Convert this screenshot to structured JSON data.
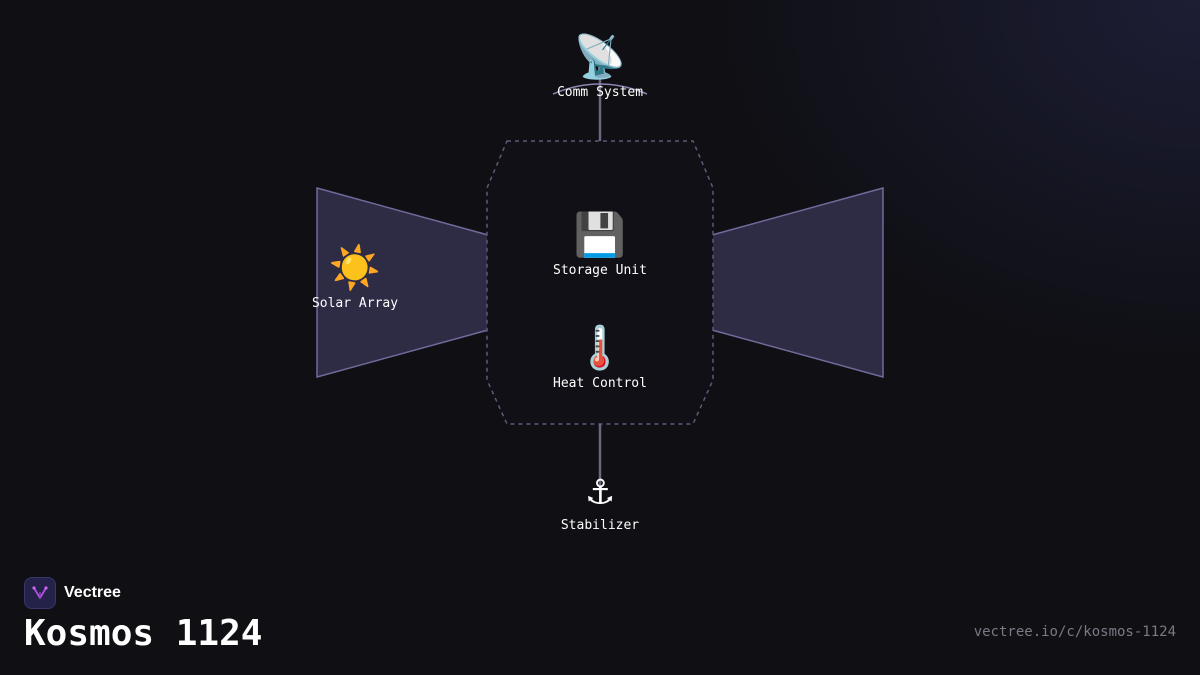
{
  "diagram": {
    "nodes": {
      "comm": {
        "label": "Comm System",
        "icon": "satellite-dish-icon",
        "emoji": "📡"
      },
      "storage": {
        "label": "Storage Unit",
        "icon": "floppy-disk-icon",
        "emoji": "💾"
      },
      "heat": {
        "label": "Heat Control",
        "icon": "thermometer-icon",
        "emoji": "🌡️"
      },
      "solar": {
        "label": "Solar Array",
        "icon": "sun-icon",
        "emoji": "☀️"
      },
      "stabilizer": {
        "label": "Stabilizer",
        "icon": "anchor-icon",
        "emoji": "⚓"
      }
    },
    "colors": {
      "panel_fill": "#2e2c45",
      "panel_stroke": "#706a9a",
      "body_stroke": "#5d5a78",
      "connector": "#6a6880"
    }
  },
  "footer": {
    "brand": "Vectree",
    "brand_icon": "vectree-logo-icon",
    "title": "Kosmos 1124",
    "url": "vectree.io/c/kosmos-1124"
  }
}
